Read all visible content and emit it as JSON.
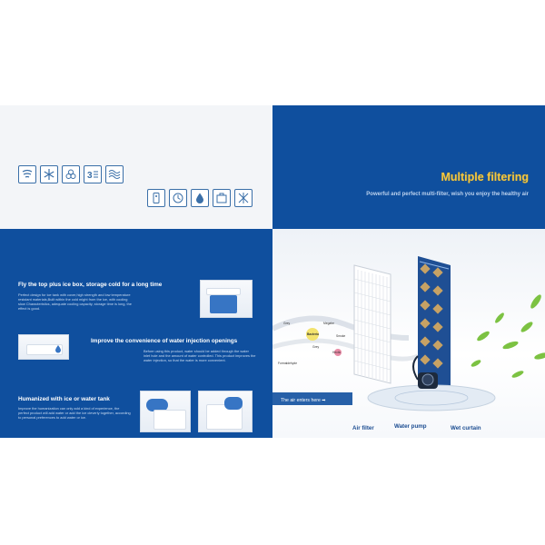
{
  "header": {
    "title": "Multiple filtering",
    "subtitle": "Powerful and perfect multi-filter, wish you enjoy the healthy air"
  },
  "icons": {
    "row1": [
      "fan-icon",
      "snowflake-icon",
      "circles-icon",
      "three-speed-icon",
      "wave-icon"
    ],
    "row2": [
      "remote-icon",
      "timer-icon",
      "water-drop-icon",
      "tank-icon",
      "swing-icon"
    ]
  },
  "features": [
    {
      "title": "Fly the top plus ice box, storage cold for a long time",
      "text": "Perfect design for ice tank with cover,high strength and low temperature resistant materials,Built within the cold might from the ice, with cooling slow Characteristics, adequate cooling capacity, storage time is long, the effect is good."
    },
    {
      "title": "Improve the convenience of water injection openings",
      "text": "Before using this product, water should be added through the water inlet hole and the amount of water controlled. This product improves the water injection, so that the water is more convenient."
    },
    {
      "title": "Humanized with ice or water tank",
      "text": "Improve the humanization can only add a kind of experience, the perfect product will add water or add the ice cleverly together, according to personal preferences to add water or ice."
    }
  ],
  "diagram": {
    "enter_label": "The air enters here",
    "arrow": "➡",
    "labels": [
      "Air filter",
      "Water pump",
      "Wet curtain"
    ],
    "particles": [
      "Grey",
      "Bacteria",
      "Megabe",
      "Smoke",
      "Grey",
      "Hectic",
      "Formaldehyde"
    ]
  },
  "colors": {
    "brand_blue": "#0f4f9e",
    "title_gold": "#f2c744",
    "leaf_green": "#7cc242"
  }
}
